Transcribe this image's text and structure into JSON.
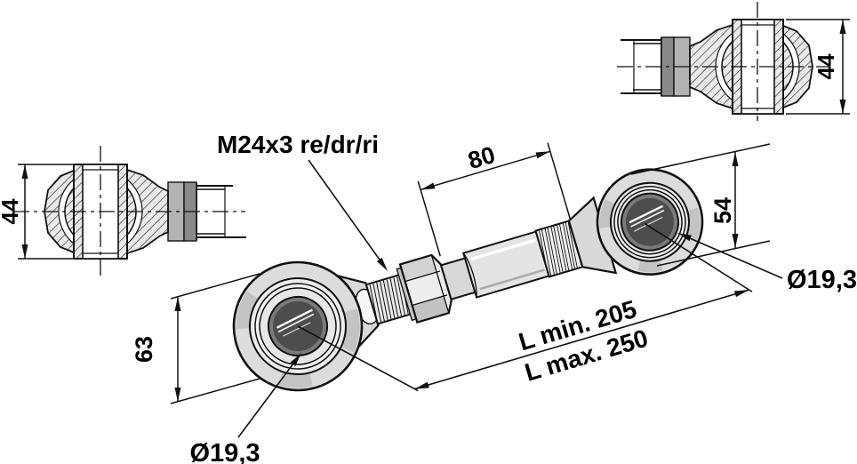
{
  "labels": {
    "thread_spec": "M24x3 re/dr/ri",
    "dim_80": "80",
    "dim_54": "54",
    "dim_63": "63",
    "dim_44_left": "44",
    "dim_44_right": "44",
    "bore_dia_left": "Ø19,3",
    "bore_dia_right": "Ø19,3",
    "length_min": "L min. 205",
    "length_max": "L max. 250"
  },
  "colors": {
    "line": "#111111",
    "background": "#ffffff",
    "metal_light": "#ececec",
    "metal_mid": "#dcdcdc",
    "metal_shade": "#c3c3c3",
    "collar_gray": "#b3b3b3",
    "collar_dark": "#8a8a8a",
    "bore_dark": "#4d4d4d"
  }
}
